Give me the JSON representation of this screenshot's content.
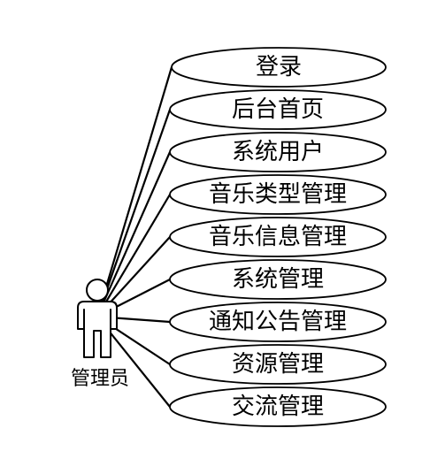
{
  "actor": {
    "label": "管理员",
    "icon": "person-icon"
  },
  "use_cases": [
    {
      "label": "登录"
    },
    {
      "label": "后台首页"
    },
    {
      "label": "系统用户"
    },
    {
      "label": "音乐类型管理"
    },
    {
      "label": "音乐信息管理"
    },
    {
      "label": "系统管理"
    },
    {
      "label": "通知公告管理"
    },
    {
      "label": "资源管理"
    },
    {
      "label": "交流管理"
    }
  ],
  "colors": {
    "stroke": "#000000",
    "background": "#ffffff",
    "text": "#000000"
  }
}
